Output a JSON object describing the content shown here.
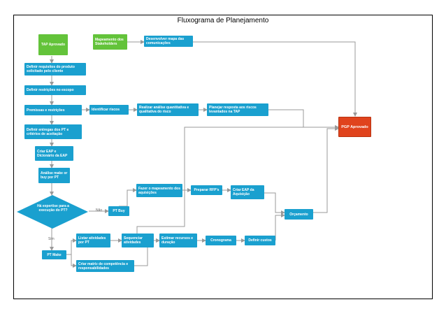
{
  "title": "Fluxograma de Planejamento",
  "nodes": {
    "tap_aprovado": "TAP Aprovado",
    "mapeamento_stakeholders": "Mapeamento dos Stakeholders",
    "desenvolver_mapa": "Desenvolver mapa das comunicações",
    "definir_requisitos": "Definir requisitos do produto solicitado pelo cliente",
    "definir_restricoes": "Definir restrições no escopo",
    "premissas": "Premissas e restrições",
    "identificar_riscos": "Identificar riscos",
    "realizar_analise": "Realizar análise quantitativa e qualitativa do risco",
    "planejar_resposta": "Planejar resposta aos riscos levantados na TAP",
    "pgp_aprovado": "PGP Aprovado",
    "definir_entregas": "Definir entregas dos PT e critérios de aceitação",
    "criar_eap": "Criar EAP e Dicionário da EAP",
    "analise_make": "Análise make or buy por PT",
    "decisao": "Há expertise para a execução do PT?",
    "pt_buy": "PT Buy",
    "fazer_mapeamento": "Fazer o mapeamento dos aquisições",
    "preparar_rfp": "Preparar RFP's",
    "criar_eap_aquisicao": "Criar EAP da Aquisição",
    "orcamento": "Orçamento",
    "pt_make": "PT Make",
    "listar_atividades": "Listar atividades por PT",
    "sequenciar": "Sequenciar atividades",
    "estimar_recursos": "Estimar recursos e duração",
    "cronograma": "Cronograma",
    "definir_custos": "Definir custos",
    "criar_matriz": "Criar matriz de competência e responsabilidades"
  },
  "edge_labels": {
    "nao": "Não",
    "sim": "Sim"
  },
  "colors": {
    "process": "#1aa0cf",
    "start": "#63c33a",
    "end": "#e0431d",
    "connector": "#999999"
  }
}
